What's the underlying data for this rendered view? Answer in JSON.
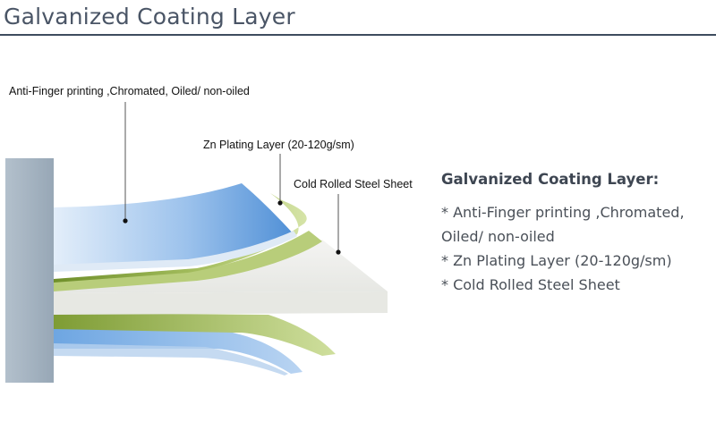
{
  "header": {
    "title": "Galvanized Coating Layer"
  },
  "diagram": {
    "labels": {
      "anti_finger": "Anti-Finger printing ,Chromated, Oiled/ non-oiled",
      "zn_plating": "Zn Plating Layer (20-120g/sm)",
      "steel_sheet": "Cold Rolled Steel Sheet"
    },
    "colors": {
      "post": "#a7b5c2",
      "coating_blue": "#6fa4dd",
      "zn_green": "#86a23c",
      "steel_white": "#eeeeec"
    }
  },
  "legend": {
    "heading": "Galvanized Coating Layer:",
    "items": [
      "* Anti-Finger printing ,Chromated,",
      "Oiled/ non-oiled",
      "* Zn Plating Layer (20-120g/sm)",
      "* Cold Rolled Steel Sheet"
    ]
  }
}
